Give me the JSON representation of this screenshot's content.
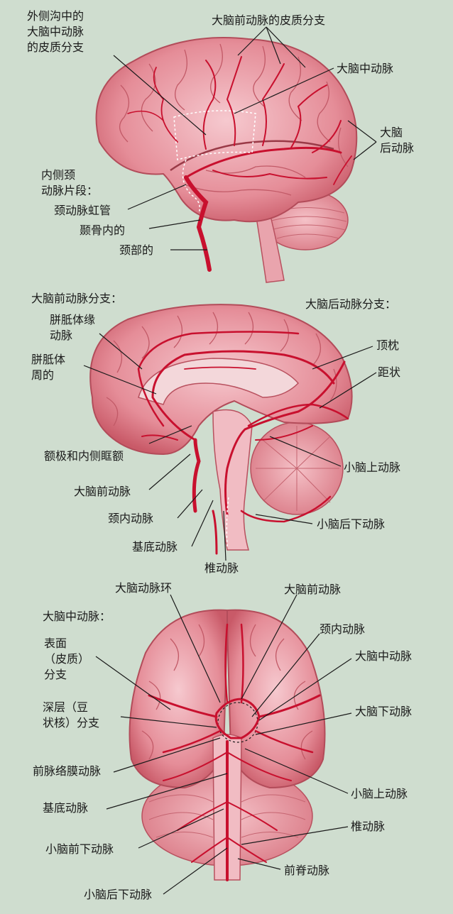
{
  "panel1": {
    "labels": {
      "lateral_sulcus_cortical": "外侧沟中的\n大脑中动脉\n的皮质分支",
      "aca_cortical": "大脑前动脉的皮质分支",
      "mca": "大脑中动脉",
      "pca": "大脑\n后动脉",
      "ica_segments": "内侧颈\n动脉片段：",
      "carotid_siphon": "颈动脉虹管",
      "petrous": "颞骨内的",
      "cervical": "颈部的"
    }
  },
  "panel2": {
    "labels": {
      "aca_branches": "大脑前动脉分支：",
      "pca_branches": "大脑后动脉分支：",
      "callosomarginal": "胼胝体缘\n动脉",
      "pericallosal": "胼胝体\n周的",
      "parieto_occipital": "顶枕",
      "calcarine": "距状",
      "frontopolar": "额极和内侧眶额",
      "sca": "小脑上动脉",
      "aca": "大脑前动脉",
      "ica": "颈内动脉",
      "pica": "小脑后下动脉",
      "basilar": "基底动脉",
      "vertebral": "椎动脉"
    }
  },
  "panel3": {
    "labels": {
      "circle_of_willis": "大脑动脉环",
      "aca": "大脑前动脉",
      "mca_title": "大脑中动脉：",
      "ica": "颈内动脉",
      "superficial": "表面\n（皮质）\n分支",
      "mca": "大脑中动脉",
      "deep": "深层（豆\n状核）分支",
      "pca": "大脑下动脉",
      "anterior_choroidal": "前脉络膜动脉",
      "sca": "小脑上动脉",
      "basilar": "基底动脉",
      "vertebral": "椎动脉",
      "aica": "小脑前下动脉",
      "anterior_spinal": "前脊动脉",
      "pica": "小脑后下动脉"
    }
  }
}
